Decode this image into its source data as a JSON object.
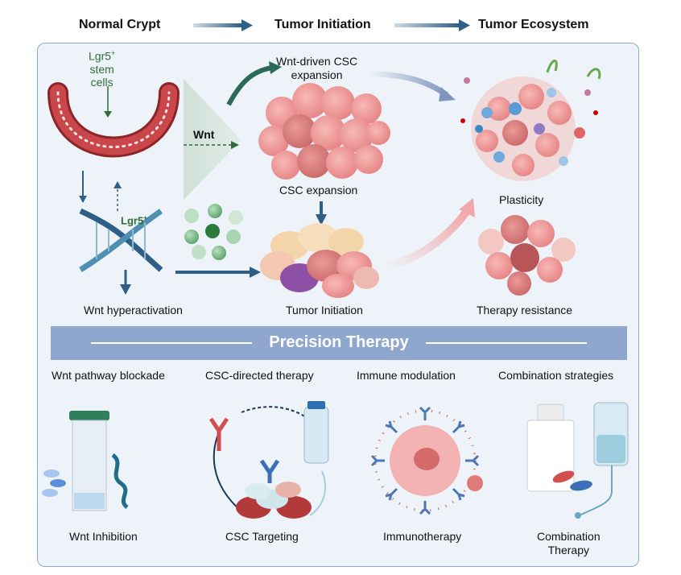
{
  "header": {
    "stage1": "Normal Crypt",
    "stage2": "Tumor Initiation",
    "stage3": "Tumor Ecosystem"
  },
  "crypt": {
    "stem_label_line1": "Lgr5",
    "stem_label_sup": "+",
    "stem_label_line2": "stem",
    "stem_label_line3": "cells",
    "lgr5_label": "Lgr5",
    "lgr5_sup": "+",
    "wnt_label": "Wnt",
    "hyperactivation_label": "Wnt hyperactivation"
  },
  "initiation": {
    "expansion_title": "Wnt-driven CSC expansion",
    "expansion_title_line1": "Wnt-driven CSC",
    "expansion_title_line2": "expansion",
    "csc_expansion_label": "CSC expansion",
    "tumor_initiation_label": "Tumor Initiation"
  },
  "ecosystem": {
    "plasticity_label": "Plasticity",
    "resistance_label": "Therapy resistance"
  },
  "precision": {
    "title": "Precision Therapy",
    "categories": [
      "Wnt pathway blockade",
      "CSC-directed therapy",
      "Immune modulation",
      "Combination strategies"
    ],
    "items": [
      "Wnt Inhibition",
      "CSC Targeting",
      "Immunotherapy",
      "Combination Therapy"
    ],
    "combination_line1": "Combination",
    "combination_line2": "Therapy"
  },
  "colors": {
    "arrow_dark": "#2f5f86",
    "panel_bg": "#eef3f9",
    "panel_border": "#8fa9c9",
    "bar": "#8fa7cf",
    "cell_pink": "#e8888a",
    "crypt_red": "#b43a3f",
    "green_text": "#2f6b3a"
  }
}
